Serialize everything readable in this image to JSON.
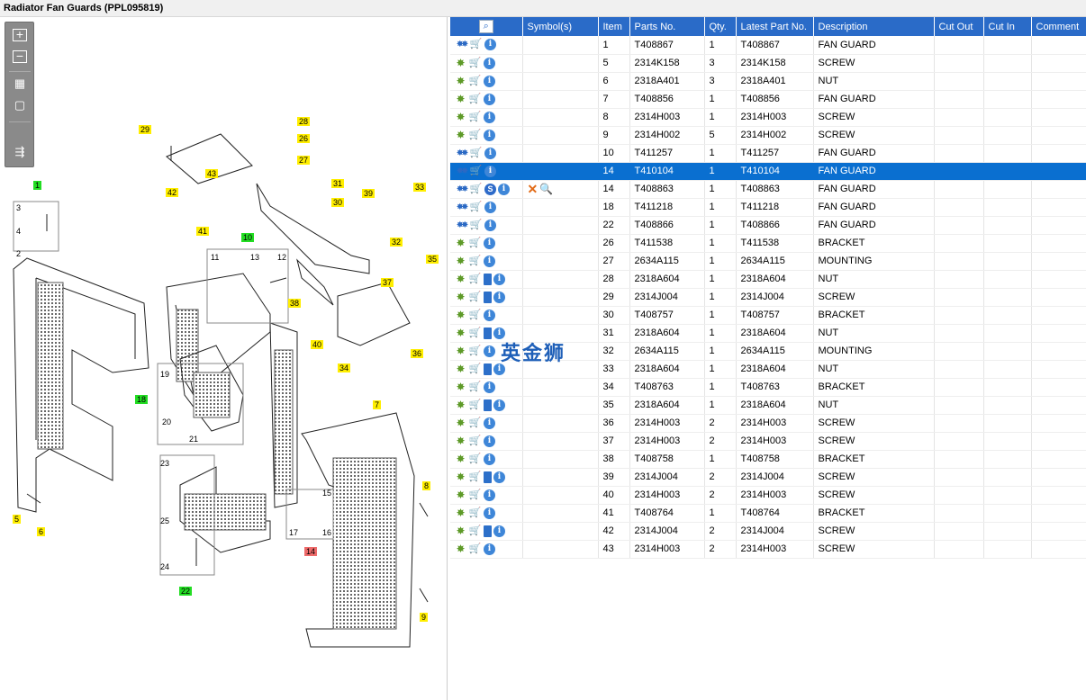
{
  "window": {
    "title": "Radiator Fan Guards (PPL095819)"
  },
  "toolbar": {
    "zoom_in": "+",
    "zoom_out": "−",
    "fit": "fit-icon",
    "frame": "frame-icon",
    "export": "export-icon"
  },
  "watermark": "英金狮",
  "table": {
    "columns": [
      "",
      "Symbol(s)",
      "Item",
      "Parts No.",
      "Qty.",
      "Latest Part No.",
      "Description",
      "Cut Out",
      "Cut In",
      "Comment"
    ],
    "rows": [
      {
        "icons": [
          "gears",
          "cart",
          "info"
        ],
        "item": "1",
        "part": "T408867",
        "qty": "1",
        "latest": "T408867",
        "desc": "FAN GUARD"
      },
      {
        "icons": [
          "gear",
          "cart",
          "info"
        ],
        "item": "5",
        "part": "2314K158",
        "qty": "3",
        "latest": "2314K158",
        "desc": "SCREW"
      },
      {
        "icons": [
          "gear",
          "cart",
          "info"
        ],
        "item": "6",
        "part": "2318A401",
        "qty": "3",
        "latest": "2318A401",
        "desc": "NUT"
      },
      {
        "icons": [
          "gear",
          "cart",
          "info"
        ],
        "item": "7",
        "part": "T408856",
        "qty": "1",
        "latest": "T408856",
        "desc": "FAN GUARD"
      },
      {
        "icons": [
          "gear",
          "cart",
          "info"
        ],
        "item": "8",
        "part": "2314H003",
        "qty": "1",
        "latest": "2314H003",
        "desc": "SCREW"
      },
      {
        "icons": [
          "gear",
          "cart",
          "info"
        ],
        "item": "9",
        "part": "2314H002",
        "qty": "5",
        "latest": "2314H002",
        "desc": "SCREW"
      },
      {
        "icons": [
          "gears",
          "cart",
          "info"
        ],
        "item": "10",
        "part": "T411257",
        "qty": "1",
        "latest": "T411257",
        "desc": "FAN GUARD"
      },
      {
        "icons": [
          "gears",
          "cart",
          "info"
        ],
        "item": "14",
        "part": "T410104",
        "qty": "1",
        "latest": "T410104",
        "desc": "FAN GUARD",
        "selected": true
      },
      {
        "icons": [
          "gears",
          "cart",
          "s",
          "info"
        ],
        "symbols": [
          "x",
          "mag"
        ],
        "item": "14",
        "part": "T408863",
        "qty": "1",
        "latest": "T408863",
        "desc": "FAN GUARD"
      },
      {
        "icons": [
          "gears",
          "cart",
          "info"
        ],
        "item": "18",
        "part": "T411218",
        "qty": "1",
        "latest": "T411218",
        "desc": "FAN GUARD"
      },
      {
        "icons": [
          "gears",
          "cart",
          "info"
        ],
        "item": "22",
        "part": "T408866",
        "qty": "1",
        "latest": "T408866",
        "desc": "FAN GUARD"
      },
      {
        "icons": [
          "gear",
          "cart",
          "info"
        ],
        "item": "26",
        "part": "T411538",
        "qty": "1",
        "latest": "T411538",
        "desc": "BRACKET"
      },
      {
        "icons": [
          "gear",
          "cart",
          "info"
        ],
        "item": "27",
        "part": "2634A115",
        "qty": "1",
        "latest": "2634A115",
        "desc": "MOUNTING"
      },
      {
        "icons": [
          "gear",
          "cart",
          "book",
          "info"
        ],
        "item": "28",
        "part": "2318A604",
        "qty": "1",
        "latest": "2318A604",
        "desc": "NUT"
      },
      {
        "icons": [
          "gear",
          "cart",
          "book",
          "info"
        ],
        "item": "29",
        "part": "2314J004",
        "qty": "1",
        "latest": "2314J004",
        "desc": "SCREW"
      },
      {
        "icons": [
          "gear",
          "cart",
          "info"
        ],
        "item": "30",
        "part": "T408757",
        "qty": "1",
        "latest": "T408757",
        "desc": "BRACKET"
      },
      {
        "icons": [
          "gear",
          "cart",
          "book",
          "info"
        ],
        "item": "31",
        "part": "2318A604",
        "qty": "1",
        "latest": "2318A604",
        "desc": "NUT"
      },
      {
        "icons": [
          "gear",
          "cart",
          "info"
        ],
        "item": "32",
        "part": "2634A115",
        "qty": "1",
        "latest": "2634A115",
        "desc": "MOUNTING"
      },
      {
        "icons": [
          "gear",
          "cart",
          "book",
          "info"
        ],
        "item": "33",
        "part": "2318A604",
        "qty": "1",
        "latest": "2318A604",
        "desc": "NUT"
      },
      {
        "icons": [
          "gear",
          "cart",
          "info"
        ],
        "item": "34",
        "part": "T408763",
        "qty": "1",
        "latest": "T408763",
        "desc": "BRACKET"
      },
      {
        "icons": [
          "gear",
          "cart",
          "book",
          "info"
        ],
        "item": "35",
        "part": "2318A604",
        "qty": "1",
        "latest": "2318A604",
        "desc": "NUT"
      },
      {
        "icons": [
          "gear",
          "cart",
          "info"
        ],
        "item": "36",
        "part": "2314H003",
        "qty": "2",
        "latest": "2314H003",
        "desc": "SCREW"
      },
      {
        "icons": [
          "gear",
          "cart",
          "info"
        ],
        "item": "37",
        "part": "2314H003",
        "qty": "2",
        "latest": "2314H003",
        "desc": "SCREW"
      },
      {
        "icons": [
          "gear",
          "cart",
          "info"
        ],
        "item": "38",
        "part": "T408758",
        "qty": "1",
        "latest": "T408758",
        "desc": "BRACKET"
      },
      {
        "icons": [
          "gear",
          "cart",
          "book",
          "info"
        ],
        "item": "39",
        "part": "2314J004",
        "qty": "2",
        "latest": "2314J004",
        "desc": "SCREW"
      },
      {
        "icons": [
          "gear",
          "cart",
          "info"
        ],
        "item": "40",
        "part": "2314H003",
        "qty": "2",
        "latest": "2314H003",
        "desc": "SCREW"
      },
      {
        "icons": [
          "gear",
          "cart",
          "info"
        ],
        "item": "41",
        "part": "T408764",
        "qty": "1",
        "latest": "T408764",
        "desc": "BRACKET"
      },
      {
        "icons": [
          "gear",
          "cart",
          "book",
          "info"
        ],
        "item": "42",
        "part": "2314J004",
        "qty": "2",
        "latest": "2314J004",
        "desc": "SCREW"
      },
      {
        "icons": [
          "gear",
          "cart",
          "info"
        ],
        "item": "43",
        "part": "2314H003",
        "qty": "2",
        "latest": "2314H003",
        "desc": "SCREW"
      }
    ]
  },
  "diagram": {
    "callouts": [
      {
        "text": "1",
        "style": "g"
      },
      {
        "text": "3",
        "style": "n"
      },
      {
        "text": "4",
        "style": "n"
      },
      {
        "text": "2",
        "style": "n"
      },
      {
        "text": "5",
        "style": "y"
      },
      {
        "text": "6",
        "style": "y"
      },
      {
        "text": "7",
        "style": "y"
      },
      {
        "text": "8",
        "style": "y"
      },
      {
        "text": "9",
        "style": "y"
      },
      {
        "text": "10",
        "style": "g"
      },
      {
        "text": "11",
        "style": "n"
      },
      {
        "text": "12",
        "style": "n"
      },
      {
        "text": "13",
        "style": "n"
      },
      {
        "text": "14",
        "style": "r"
      },
      {
        "text": "15",
        "style": "n"
      },
      {
        "text": "16",
        "style": "n"
      },
      {
        "text": "17",
        "style": "n"
      },
      {
        "text": "18",
        "style": "g"
      },
      {
        "text": "19",
        "style": "n"
      },
      {
        "text": "20",
        "style": "n"
      },
      {
        "text": "21",
        "style": "n"
      },
      {
        "text": "22",
        "style": "g"
      },
      {
        "text": "23",
        "style": "n"
      },
      {
        "text": "24",
        "style": "n"
      },
      {
        "text": "25",
        "style": "n"
      },
      {
        "text": "26",
        "style": "y"
      },
      {
        "text": "27",
        "style": "y"
      },
      {
        "text": "28",
        "style": "y"
      },
      {
        "text": "29",
        "style": "y"
      },
      {
        "text": "30",
        "style": "y"
      },
      {
        "text": "31",
        "style": "y"
      },
      {
        "text": "32",
        "style": "y"
      },
      {
        "text": "33",
        "style": "y"
      },
      {
        "text": "34",
        "style": "y"
      },
      {
        "text": "35",
        "style": "y"
      },
      {
        "text": "36",
        "style": "y"
      },
      {
        "text": "37",
        "style": "y"
      },
      {
        "text": "38",
        "style": "y"
      },
      {
        "text": "39",
        "style": "y"
      },
      {
        "text": "40",
        "style": "y"
      },
      {
        "text": "41",
        "style": "y"
      },
      {
        "text": "42",
        "style": "y"
      },
      {
        "text": "43",
        "style": "y"
      }
    ]
  }
}
